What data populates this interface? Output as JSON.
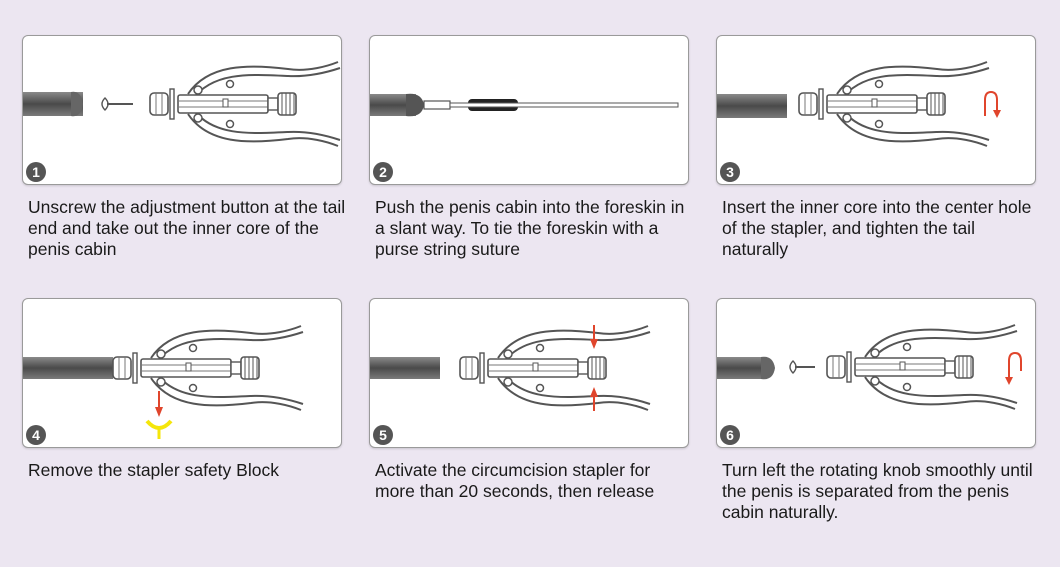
{
  "steps": [
    {
      "number": "1",
      "caption": "Unscrew the adjustment button at the tail end and take out the inner core of the penis cabin"
    },
    {
      "number": "2",
      "caption": "Push the penis cabin into the foreskin in a slant way. To tie the foreskin with a purse string suture"
    },
    {
      "number": "3",
      "caption": "Insert the inner core into the center hole of the stapler, and tighten the tail naturally"
    },
    {
      "number": "4",
      "caption": "Remove the stapler safety Block"
    },
    {
      "number": "5",
      "caption": "Activate the circumcision stapler for more than 20 seconds, then release"
    },
    {
      "number": "6",
      "caption": "Turn left the rotating knob smoothly until the penis is separated from the penis cabin naturally."
    }
  ],
  "colors": {
    "background": "#ece6f1",
    "badge": "#555555",
    "arrow": "#e0452c",
    "safety_block": "#f5e60a"
  }
}
